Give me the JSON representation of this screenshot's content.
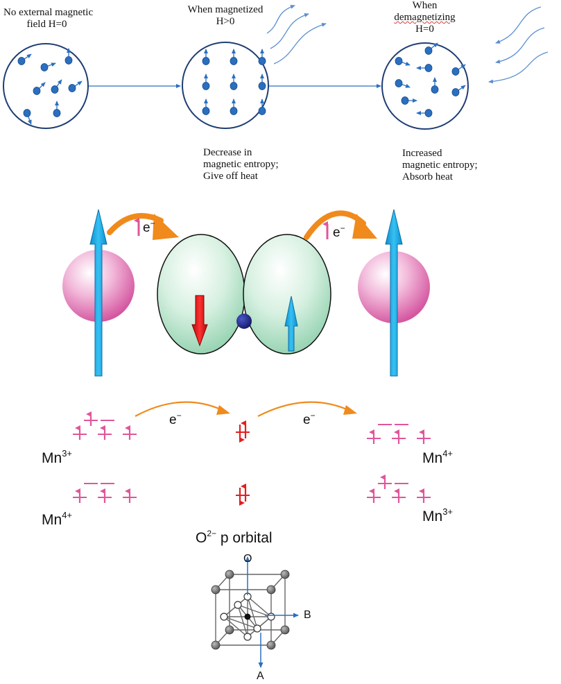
{
  "colors": {
    "dipole_blue": "#2a6fc0",
    "circle_outline": "#1f3d73",
    "field_lines": "#5b8fd0",
    "spin_pink": "#e0559a",
    "arrow_orange": "#f08a1c",
    "big_spin_cyan": "#1aa3e0",
    "down_spin_red": "#e02020",
    "lobe_green": "#bfe6cf",
    "sphere_pink": "#e98cc2",
    "oxygen_navy": "#1c237e"
  },
  "panel_a": {
    "state1": {
      "line1": "No external magnetic",
      "line2": "field   H=0"
    },
    "state2": {
      "line1": "When magnetized",
      "line2": "H>0"
    },
    "state3": {
      "line1": "When",
      "line2": "demagnetizing",
      "line3": "H=0"
    },
    "note2": {
      "line1": "Decrease in",
      "line2": "magnetic entropy;",
      "line3": "Give off heat"
    },
    "note3": {
      "line1": "Increased",
      "line2": "magnetic entropy;",
      "line3": "Absorb heat"
    }
  },
  "panel_b": {
    "electron_left": "e",
    "electron_right": "e",
    "electron_charge": "−"
  },
  "panel_c": {
    "hop_label_left": "e",
    "hop_label_right": "e",
    "hop_charge": "−",
    "top_left_ion": {
      "element": "Mn",
      "charge": "3+"
    },
    "top_right_ion": {
      "element": "Mn",
      "charge": "4+"
    },
    "bottom_left_ion": {
      "element": "Mn",
      "charge": "4+"
    },
    "bottom_right_ion": {
      "element": "Mn",
      "charge": "3+"
    },
    "orbital_label": {
      "species": "O",
      "charge": "2−",
      "text": " p orbital"
    }
  },
  "panel_d": {
    "axis_o": "O",
    "axis_b": "B",
    "axis_a": "A"
  }
}
